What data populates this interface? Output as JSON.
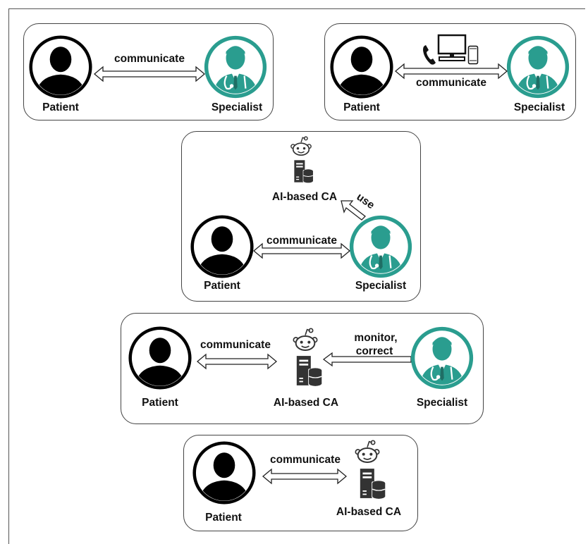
{
  "labels": {
    "patient": "Patient",
    "specialist": "Specialist",
    "ai_ca": "AI-based CA",
    "communicate": "communicate",
    "use": "use",
    "monitor": "monitor,",
    "correct": "correct"
  },
  "colors": {
    "patient": "#000000",
    "specialist_ring": "#2a9d8f",
    "server": "#333333",
    "border": "#444444"
  },
  "panels": [
    {
      "id": 1,
      "title": "Patient communicates with specialist in person"
    },
    {
      "id": 2,
      "title": "Patient communicates with specialist via devices"
    },
    {
      "id": 3,
      "title": "Specialist uses AI-based CA"
    },
    {
      "id": 4,
      "title": "AI-based CA communicates, specialist monitors"
    },
    {
      "id": 5,
      "title": "AI-based CA communicates with patient"
    }
  ]
}
